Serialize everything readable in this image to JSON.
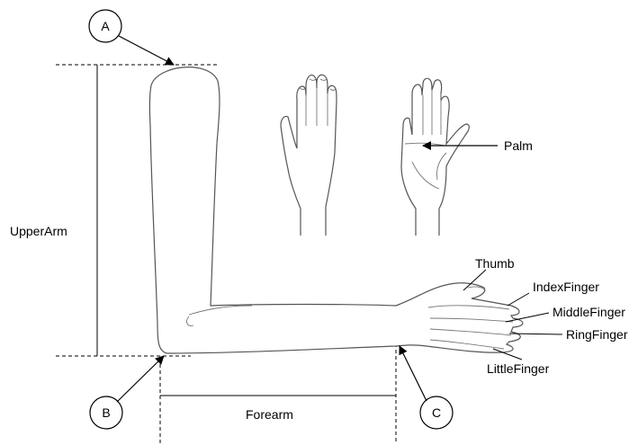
{
  "markers": {
    "a": "A",
    "b": "B",
    "c": "C"
  },
  "dimensions": {
    "upper_arm": "UpperArm",
    "forearm": "Forearm"
  },
  "hand_labels": {
    "palm": "Palm",
    "thumb": "Thumb",
    "index_finger": "IndexFinger",
    "middle_finger": "MiddleFinger",
    "ring_finger": "RingFinger",
    "little_finger": "LittleFinger"
  }
}
